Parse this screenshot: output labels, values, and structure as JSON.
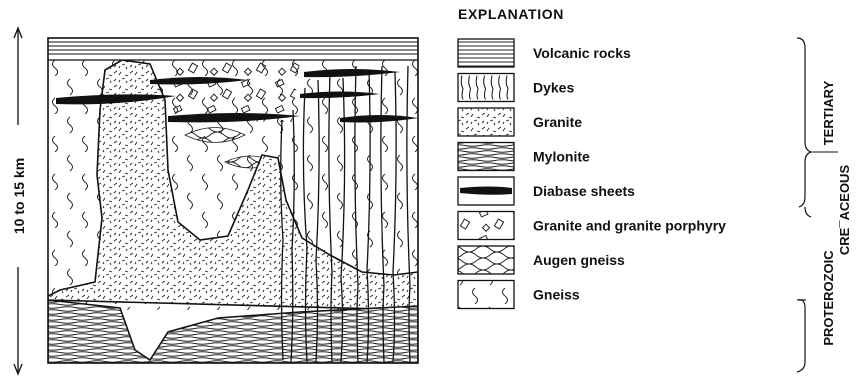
{
  "scale_label": "10 to 15 km",
  "explanation": {
    "title": "EXPLANATION",
    "items": [
      {
        "key": "volcanic",
        "label": "Volcanic rocks"
      },
      {
        "key": "dykes",
        "label": "Dykes"
      },
      {
        "key": "granite",
        "label": "Granite"
      },
      {
        "key": "mylonite",
        "label": "Mylonite"
      },
      {
        "key": "diabase",
        "label": "Diabase sheets"
      },
      {
        "key": "porphyry",
        "label": "Granite and granite porphyry"
      },
      {
        "key": "augen",
        "label": "Augen gneiss"
      },
      {
        "key": "gneiss",
        "label": "Gneiss"
      }
    ]
  },
  "ages": {
    "tertiary": "TERTIARY",
    "cretaceous": "CRE¯ACEOUS",
    "proterozoic": "PROTEROZOIC"
  }
}
